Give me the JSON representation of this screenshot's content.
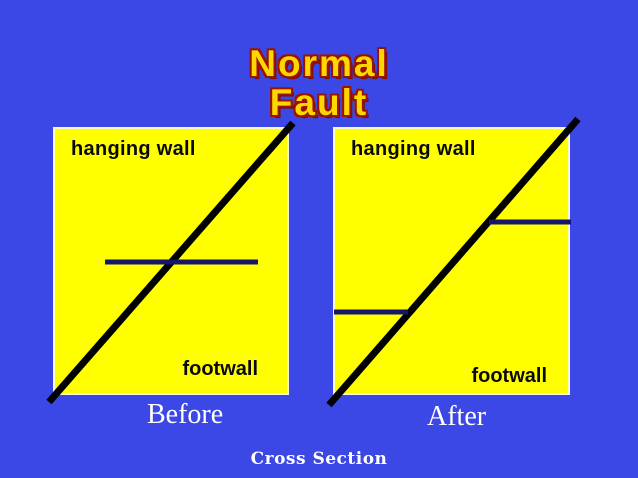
{
  "title": {
    "line1": "Normal",
    "line2": "Fault"
  },
  "panels": {
    "before": {
      "hanging_wall": "hanging wall",
      "footwall": "footwall",
      "caption": "Before"
    },
    "after": {
      "hanging_wall": "hanging wall",
      "footwall": "footwall",
      "caption": "After"
    }
  },
  "footer": {
    "caption": "Cross Section"
  },
  "colors": {
    "background": "#3C48E5",
    "panel_fill": "#FFFF00",
    "panel_border": "#F8F8CE",
    "title_fill": "#FFD700",
    "title_outline": "#991400",
    "fault_line": "#000000",
    "rock_layer_line": "#15156B",
    "caption_text": "#FFFFFF",
    "label_text": "#0A0A0A"
  }
}
